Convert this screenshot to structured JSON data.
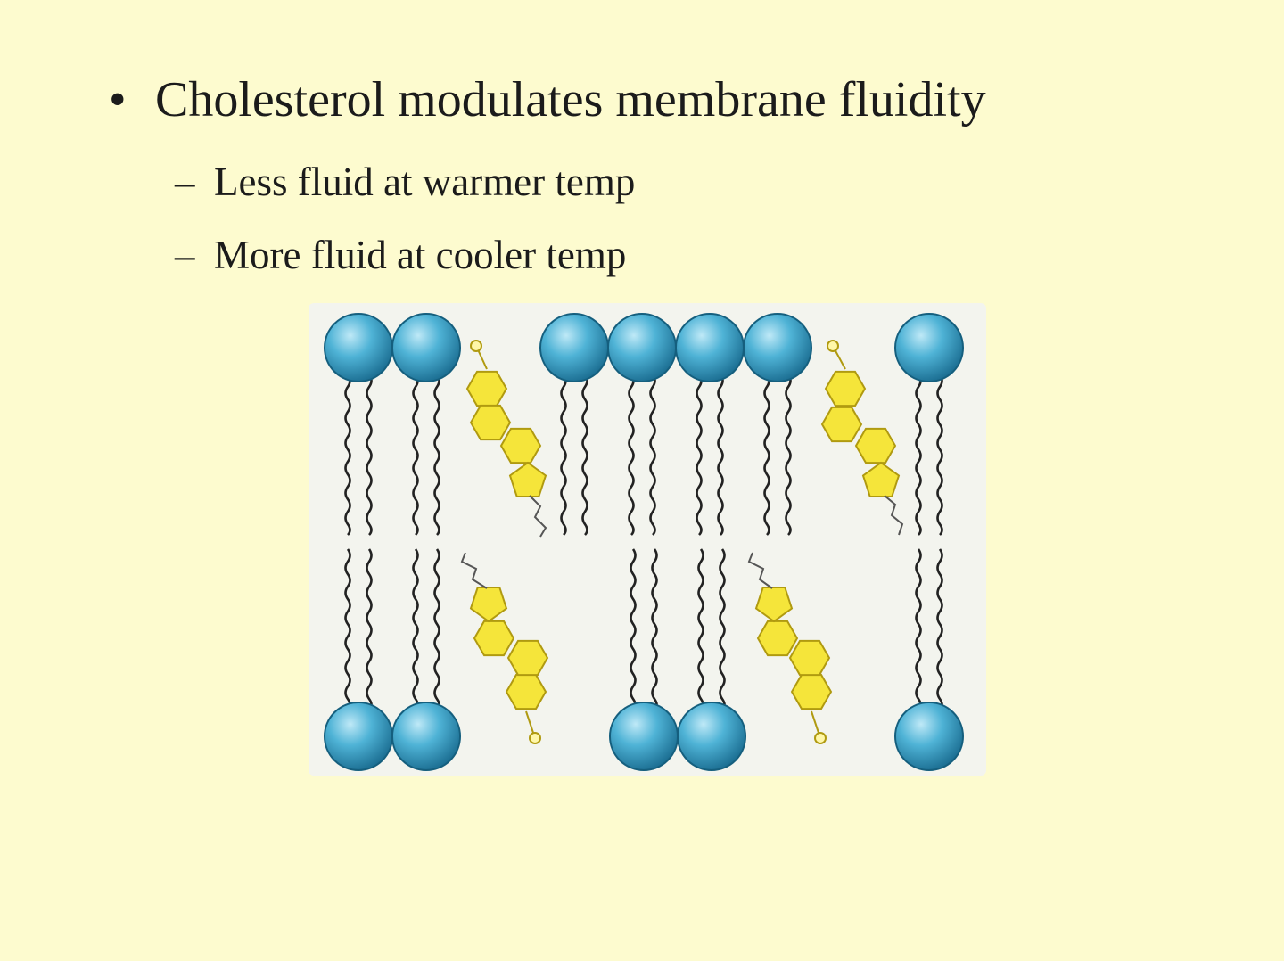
{
  "slide": {
    "bullet_symbol": "•",
    "dash_symbol": "–",
    "main_bullet": "Cholesterol modulates membrane fluidity",
    "sub_bullets": [
      "Less fluid at warmer temp",
      "More fluid at cooler temp"
    ]
  },
  "colors": {
    "background": "#fdfbcf",
    "panel": "#f3f4ee",
    "phospholipid_head": "#4fb3d6",
    "phospholipid_head_dark": "#1c6f93",
    "cholesterol_ring": "#f5e53a",
    "cholesterol_outline": "#b09a10",
    "tail_stroke": "#222222"
  },
  "diagram": {
    "icon": "lipid-bilayer-with-cholesterol",
    "top_leaflet": [
      {
        "kind": "phospholipid"
      },
      {
        "kind": "phospholipid"
      },
      {
        "kind": "cholesterol"
      },
      {
        "kind": "phospholipid"
      },
      {
        "kind": "phospholipid"
      },
      {
        "kind": "phospholipid"
      },
      {
        "kind": "phospholipid"
      },
      {
        "kind": "cholesterol"
      },
      {
        "kind": "phospholipid"
      }
    ],
    "bottom_leaflet": [
      {
        "kind": "phospholipid"
      },
      {
        "kind": "phospholipid"
      },
      {
        "kind": "cholesterol"
      },
      {
        "kind": "phospholipid"
      },
      {
        "kind": "phospholipid"
      },
      {
        "kind": "cholesterol"
      },
      {
        "kind": "phospholipid"
      }
    ]
  }
}
